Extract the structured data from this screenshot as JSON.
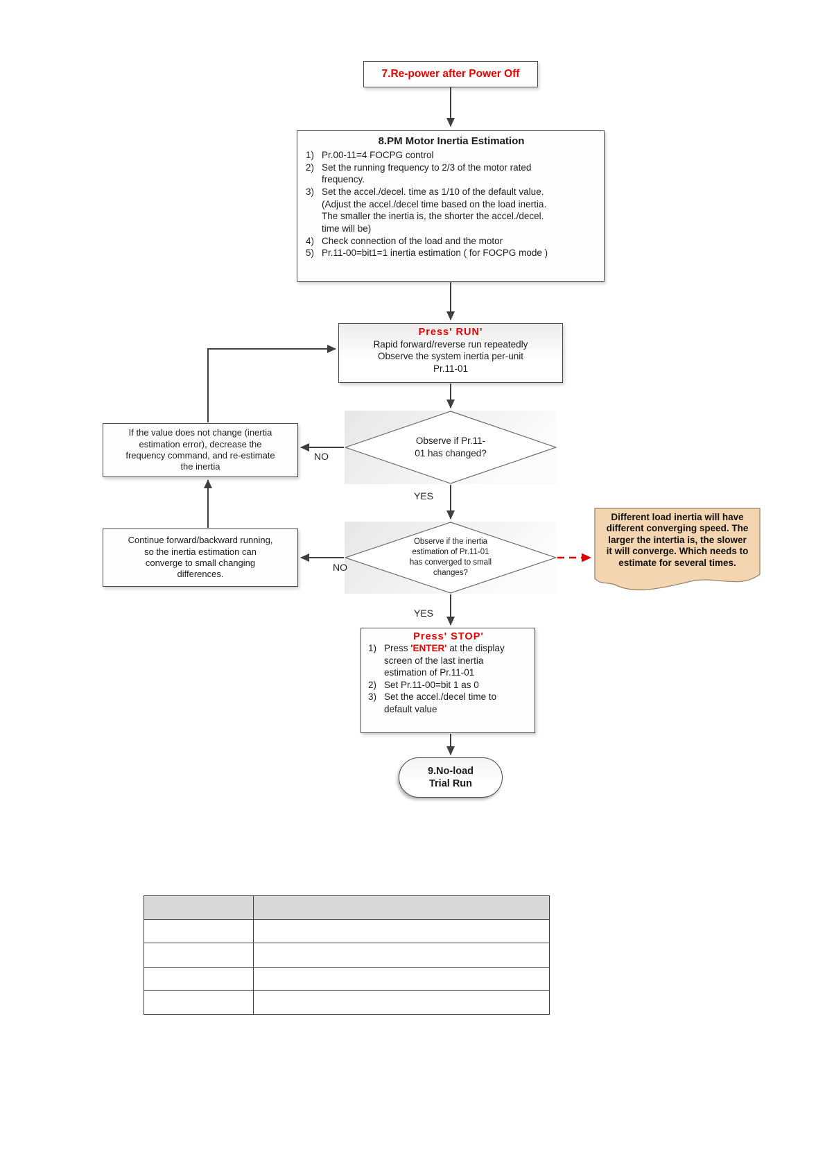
{
  "colors": {
    "accent_red": "#e60000",
    "note_bg": "#f4d5b2",
    "note_border": "#9b8569",
    "arrow": "#3f3f3f",
    "table_header_bg": "#d9d9d9"
  },
  "flow": {
    "box7": {
      "title": "7.Re-power after Power Off"
    },
    "box8": {
      "title": "8.PM Motor Inertia Estimation",
      "items": [
        {
          "num": "1)",
          "text": "Pr.00-11=4 FOCPG control"
        },
        {
          "num": "2)",
          "text": "Set the running frequency to 2/3 of the motor rated\nfrequency."
        },
        {
          "num": "3)",
          "text": "Set the accel./decel. time as 1/10 of the default value.\n(Adjust the accel./decel time based on the load inertia.\nThe smaller the inertia is, the shorter the accel./decel.\ntime will be)"
        },
        {
          "num": "4)",
          "text": "Check connection of the load and the motor"
        },
        {
          "num": "5)",
          "text": "Pr.11-00=bit1=1 inertia estimation ( for FOCPG mode )"
        }
      ]
    },
    "run_box": {
      "title": "Press'  RUN'",
      "body": "Rapid forward/reverse run repeatedly\nObserve the system inertia per-unit\nPr.11-01"
    },
    "decision1": {
      "text": "Observe if Pr.11-\n01 has changed?"
    },
    "retry_box": {
      "text": "If the value does not change (inertia\nestimation error), decrease the\nfrequency command, and re-estimate\nthe inertia"
    },
    "decision2": {
      "text": "Observe if the inertia\nestimation of Pr.11-01\nhas converged to small\nchanges?"
    },
    "continue_box": {
      "text": "Continue forward/backward running,\nso the inertia estimation can\nconverge to small changing\ndifferences."
    },
    "note": {
      "text": "Different load inertia will have\ndifferent converging speed. The\nlarger the intertia is, the slower\nit will converge. Which needs to\nestimate for several times."
    },
    "stop_box": {
      "title": "Press'  STOP'",
      "item1": {
        "num": "1)",
        "pre": "Press ",
        "highlight": "'ENTER'",
        "post": " at the display\nscreen of the last inertia\nestimation of Pr.11-01"
      },
      "item2": {
        "num": "2)",
        "text": "Set Pr.11-00=bit 1 as 0"
      },
      "item3": {
        "num": "3)",
        "text": "Set the accel./decel time to\ndefault value"
      }
    },
    "terminal": {
      "text": "9.No-load\nTrial Run"
    },
    "labels": {
      "no1": "NO",
      "yes1": "YES",
      "no2": "NO",
      "yes2": "YES"
    }
  },
  "table": {
    "header": [
      "",
      ""
    ],
    "rows": [
      [
        "",
        ""
      ],
      [
        "",
        ""
      ],
      [
        "",
        ""
      ],
      [
        "",
        ""
      ]
    ]
  }
}
